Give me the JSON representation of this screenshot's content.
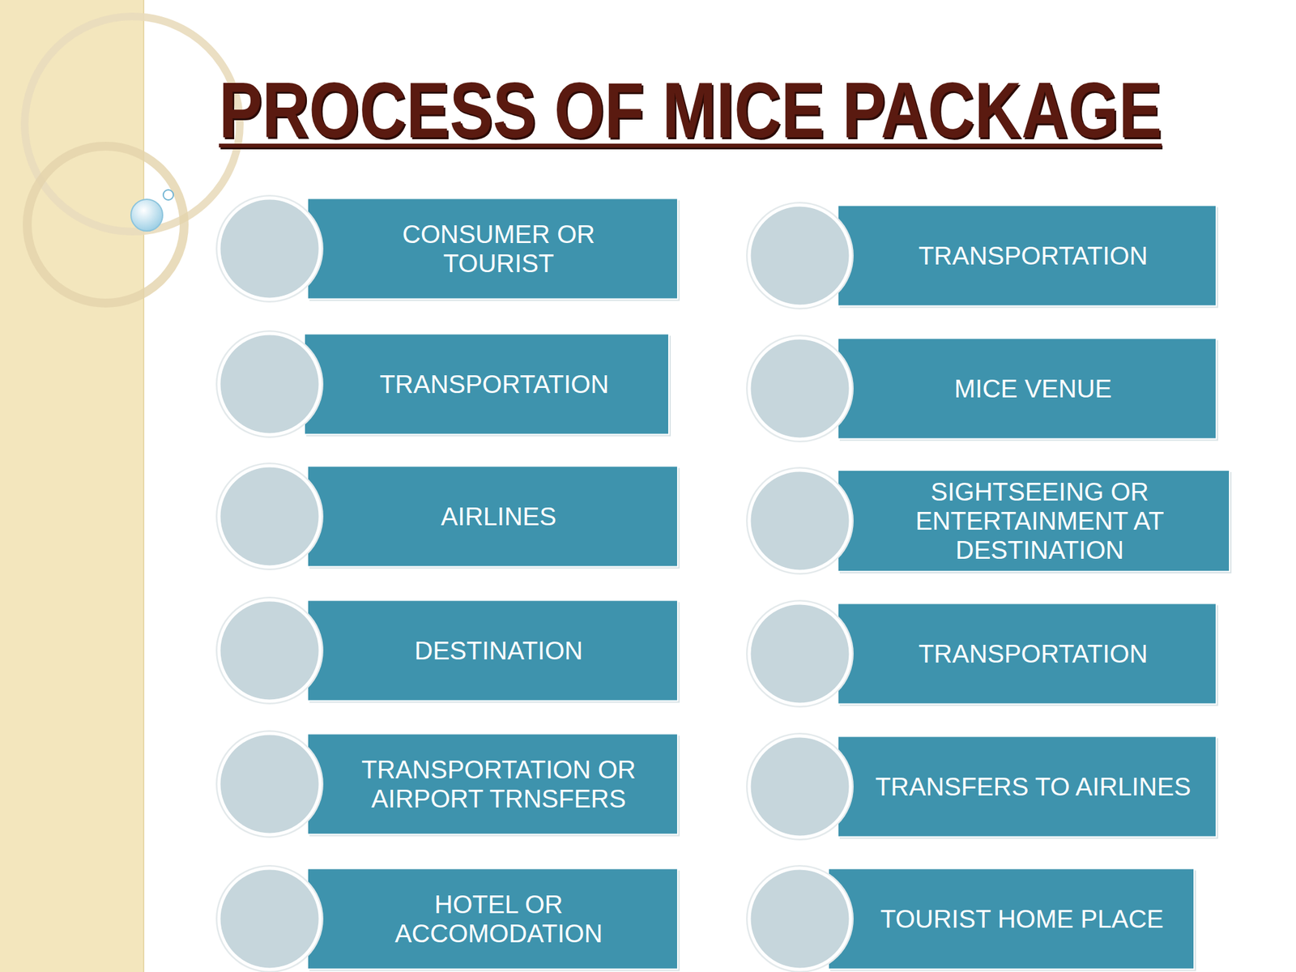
{
  "diagram": {
    "title": "PROCESS OF MICE PACKAGE",
    "nodes": [
      {
        "text": [
          "CONSUMER OR TOURIST"
        ]
      },
      {
        "text": [
          "TRANSPORTATION"
        ]
      },
      {
        "text": [
          "AIRLINES"
        ]
      },
      {
        "text": [
          "DESTINATION"
        ]
      },
      {
        "text": [
          "TRANSPORTATION OR AIRPORT TRNSFERS"
        ]
      },
      {
        "text": [
          "HOTEL OR ACCOMODATION"
        ]
      },
      {
        "text": [
          "TRANSPORTATION"
        ]
      },
      {
        "text": [
          "MICE  VENUE"
        ]
      },
      {
        "text": [
          "SIGHTSEEING OR ENTERTAINMENT AT DESTINATION"
        ]
      },
      {
        "text": [
          "TRANSPORTATION"
        ]
      },
      {
        "text": [
          "TRANSFERS TO AIRLINES"
        ]
      },
      {
        "text": [
          "TOURIST HOME  PLACE"
        ]
      }
    ]
  }
}
